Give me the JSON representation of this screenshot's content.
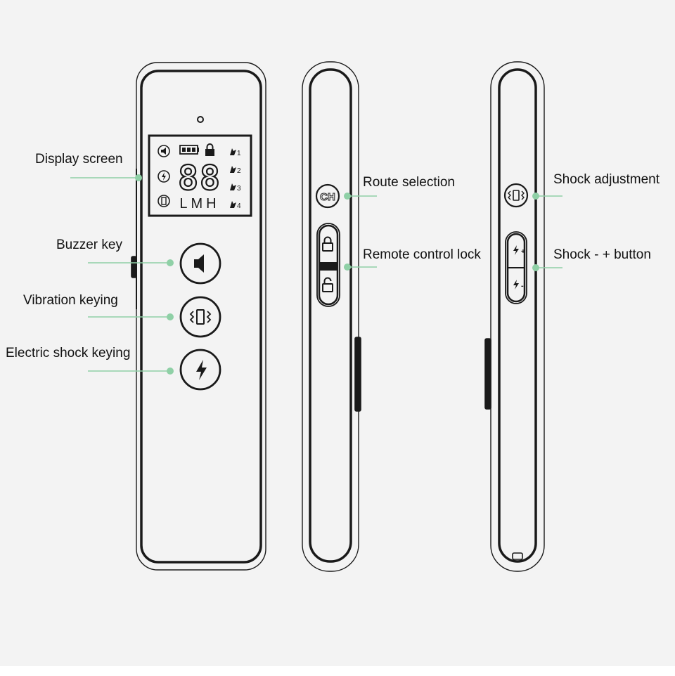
{
  "labels": {
    "display_screen": "Display screen",
    "buzzer_key": "Buzzer key",
    "vibration_keying": "Vibration keying",
    "electric_shock_keying": "Electric shock keying",
    "route_selection": "Route selection",
    "remote_control_lock": "Remote control lock",
    "shock_adjustment": "Shock adjustment",
    "shock_button": "Shock - + button"
  },
  "lcd": {
    "digits": "88",
    "levels": "LMH",
    "channels": [
      "1",
      "2",
      "3",
      "4"
    ]
  },
  "buttons": {
    "channel": "CH",
    "shock_plus": "+",
    "shock_minus": "-"
  },
  "colors": {
    "accent": "#8fd0a6",
    "outline": "#1a1a1a",
    "background": "#f3f3f3"
  },
  "icons": [
    "speaker-icon",
    "vibration-icon",
    "lightning-icon",
    "lock-icon",
    "unlock-icon",
    "battery-icon",
    "dog-icon"
  ]
}
